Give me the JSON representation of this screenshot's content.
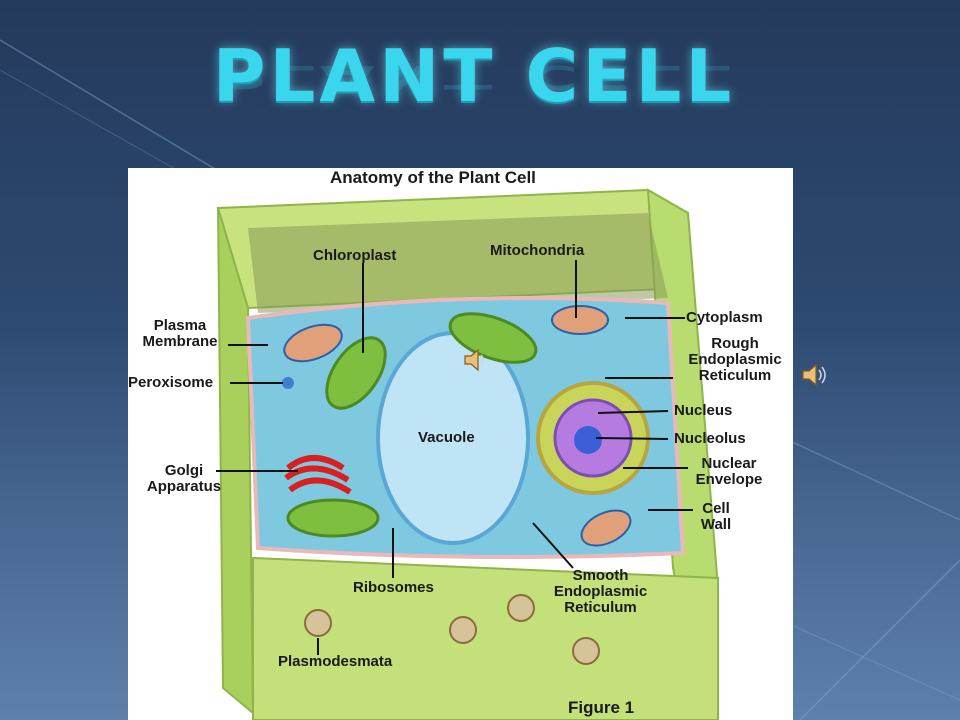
{
  "slide": {
    "title": "PLANT CELL"
  },
  "figure": {
    "title": "Anatomy of the Plant Cell",
    "caption": "Figure 1",
    "labels": {
      "chloroplast": "Chloroplast",
      "mitochondria": "Mitochondria",
      "plasma_membrane": "Plasma Membrane",
      "peroxisome": "Peroxisome",
      "golgi": "Golgi Apparatus",
      "vacuole": "Vacuole",
      "cytoplasm": "Cytoplasm",
      "rough_er": "Rough Endoplasmic Reticulum",
      "nucleus": "Nucleus",
      "nucleolus": "Nucleolus",
      "nuclear_envelope": "Nuclear Envelope",
      "cell_wall": "Cell Wall",
      "ribosomes": "Ribosomes",
      "smooth_er": "Smooth Endoplasmic Reticulum",
      "plasmodesmata": "Plasmodesmata"
    }
  },
  "icons": {
    "audio_left": "speaker-icon",
    "audio_right": "speaker-icon"
  },
  "colors": {
    "title": "#39d6ee",
    "background": "#2d4a72",
    "cell_wall": "#b5d96a",
    "cytoplasm": "#7ec8e0"
  }
}
